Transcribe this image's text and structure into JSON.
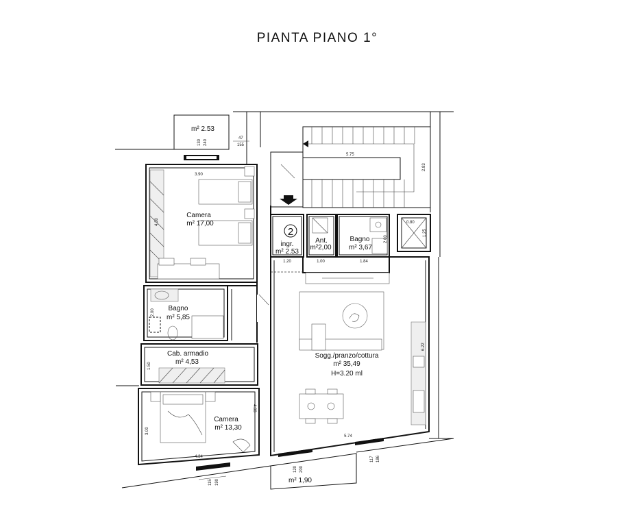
{
  "title": "PIANTA PIANO 1°",
  "unit_number": "2",
  "rooms": {
    "balcony_top": {
      "area": "m² 2.53"
    },
    "camera1": {
      "name": "Camera",
      "area": "m² 17,00"
    },
    "ingresso": {
      "name": "ingr.",
      "area": "m² 2.53"
    },
    "anti": {
      "name": "Ant.",
      "area": "m²2,00"
    },
    "bagno2": {
      "name": "Bagno",
      "area": "m² 3,67"
    },
    "bagno1": {
      "name": "Bagno",
      "area": "m² 5,85"
    },
    "cabina": {
      "name": "Cab. armadio",
      "area": "m² 4,53"
    },
    "soggiorno": {
      "name": "Sogg./pranzo/cottura",
      "area": "m² 35,49",
      "height": "H=3.20 ml"
    },
    "camera2": {
      "name": "Camera",
      "area": "m² 13,30"
    },
    "balcony_bottom": {
      "area": "m² 1,90"
    }
  },
  "dimensions": {
    "d390": "3.90",
    "d430": "4.30",
    "d130": "130",
    "d240": "240",
    "d47": "47",
    "d155": "155",
    "d575": "5.75",
    "d283": "2.83",
    "d080": "0.80",
    "d125": "1.25",
    "d120": "1.20",
    "d100": "1.00",
    "d184": "1.84",
    "d200": "2.00",
    "d200b": "2.00",
    "d622": "6.22",
    "d150": "1.50",
    "d408": "4.08",
    "d300": "3.00",
    "d434": "4.34",
    "d574": "5.74",
    "d115": "115",
    "d190": "190",
    "d120b": "120",
    "d200c": "200",
    "d117": "117",
    "d186": "186"
  }
}
